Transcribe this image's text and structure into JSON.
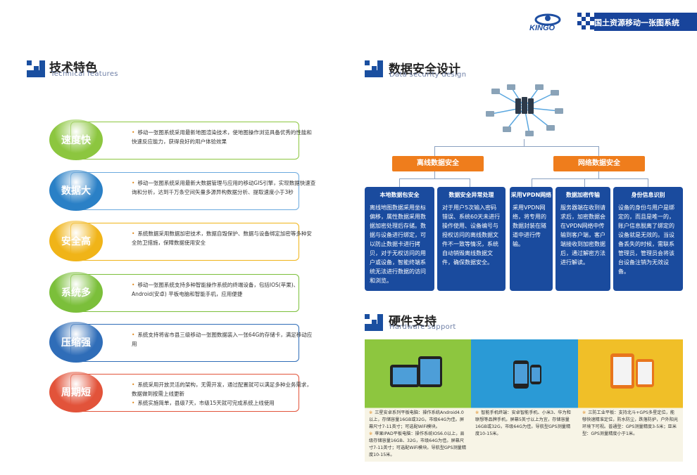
{
  "brand": {
    "logo_text": "KINGO",
    "title": "国土资源移动一张图系统"
  },
  "tech": {
    "title": "技术特色",
    "subtitle": "Technical features",
    "items": [
      {
        "label": "速度快",
        "color": "#8cc63f",
        "border": "#8cc63f",
        "lines": [
          "移动一张图系统采用最新地图渲染技术，使地图操作浏览具备优秀的性能和快速反应能力，获得良好的用户体验效果"
        ]
      },
      {
        "label": "数据大",
        "color": "#2a80c6",
        "border": "#6aa9de",
        "lines": [
          "移动一张图系统采用最新大数据管理与应用的移动GIS引擎，实现数据快速查询和分析，达到千万条空间矢量多源异构数据分析、提取速度小于3秒"
        ]
      },
      {
        "label": "安全高",
        "color": "#f0b418",
        "border": "#f0b418",
        "lines": [
          "系统数据采用数据加密技术，数据自毁保护、数据与设备绑定加密等多种安全防卫措施，保障数据使用安全"
        ]
      },
      {
        "label": "系统多",
        "color": "#7bbf3a",
        "border": "#7bbf3a",
        "lines": [
          "移动一张图系统支持多种智能操作系统的终端设备，包括IOS(苹果)、Android(安卓) 平板电脑和智能手机，应用便捷"
        ]
      },
      {
        "label": "压缩强",
        "color": "#2f6db8",
        "border": "#2f6db8",
        "lines": [
          "系统支持将省市县三级移动一张图数据装入一张64G的存储卡，满足移动应用"
        ]
      },
      {
        "label": "周期短",
        "color": "#e2533a",
        "border": "#e2533a",
        "lines": [
          "系统采用开放灵活的架构，无需开发，通过配置就可以满足多种业务需求，数据做到按需上线更新",
          "系统实施简单，县级7天，市级15天就可完成系统上线使用"
        ]
      }
    ]
  },
  "security": {
    "title": "数据安全设计",
    "subtitle": "Data security design",
    "offline": "离线数据安全",
    "network": "网络数据安全",
    "cards": [
      {
        "title": "本地数据包安全",
        "body": "离线地图数据采用坐标偏移，属性数据采用数据加密处理后存储。数据与设备进行绑定，可以防止数据卡进行拷贝，对于无权访问的用户或设备，智能终端系统无法进行数据的访问和浏览。"
      },
      {
        "title": "数据安全异常处理",
        "body": "对于用户5次输入密码错误、系统60天未进行操作使用、设备编号与授权访问的离线数据文件不一致等情况，系统自动销毁离线数据文件，确保数据安全。"
      },
      {
        "title": "采用VPDN网络",
        "body": "采用VPDN网络，将专用的数据封装在隧道中进行传输。"
      },
      {
        "title": "数据加密传输",
        "body": "服务器端在收到请求后，加密数据会在VPDN网络中传输到客户端，客户端接收到加密数据后，通过解密方法进行解读。"
      },
      {
        "title": "身份信息识别",
        "body": "设备的身份与用户是绑定的，而且是唯一的，账户信息脱离了绑定的设备就是无效的。当设备丢失的时候，需联系管理员，管理员会将该台设备注销为无效设备。"
      }
    ]
  },
  "hardware": {
    "title": "硬件支持",
    "subtitle": "Hardware support",
    "panels": [
      {
        "bg": "#8dc63f",
        "lines": [
          "三星安卓系列平板电脑：操作系统Android4.0以上，存储容量16GB或32G，市级64G为佳。屏幕尺寸7-11英寸；可选配WiFi模块。",
          "苹果IPAD平板电脑：操作系统IOS6.0以上，县级存储容量16GB、32G，市级64G为佳。屏幕尺寸7-11英寸；可选配WiFi模块。导航型GPS测量精度10-15米。"
        ]
      },
      {
        "bg": "#2a9ad6",
        "lines": [
          "智能手机终端：安卓智能手机、小米3、华为和联想等品牌手机，屏幕5英寸以上为宜，存储容量16GB或32G，市级64G为佳。导航型GPS测量精度10-15米。"
        ]
      },
      {
        "bg": "#f0bf28",
        "lines": [
          "三防工业平板：支持北斗+GPS多星定位，能够快速精准定位，防水防尘，跌落防护，户外阳光环境下可视。普通型：GPS测量精度3-5米；亚米型：GPS测量精度小于1米。"
        ]
      }
    ]
  }
}
